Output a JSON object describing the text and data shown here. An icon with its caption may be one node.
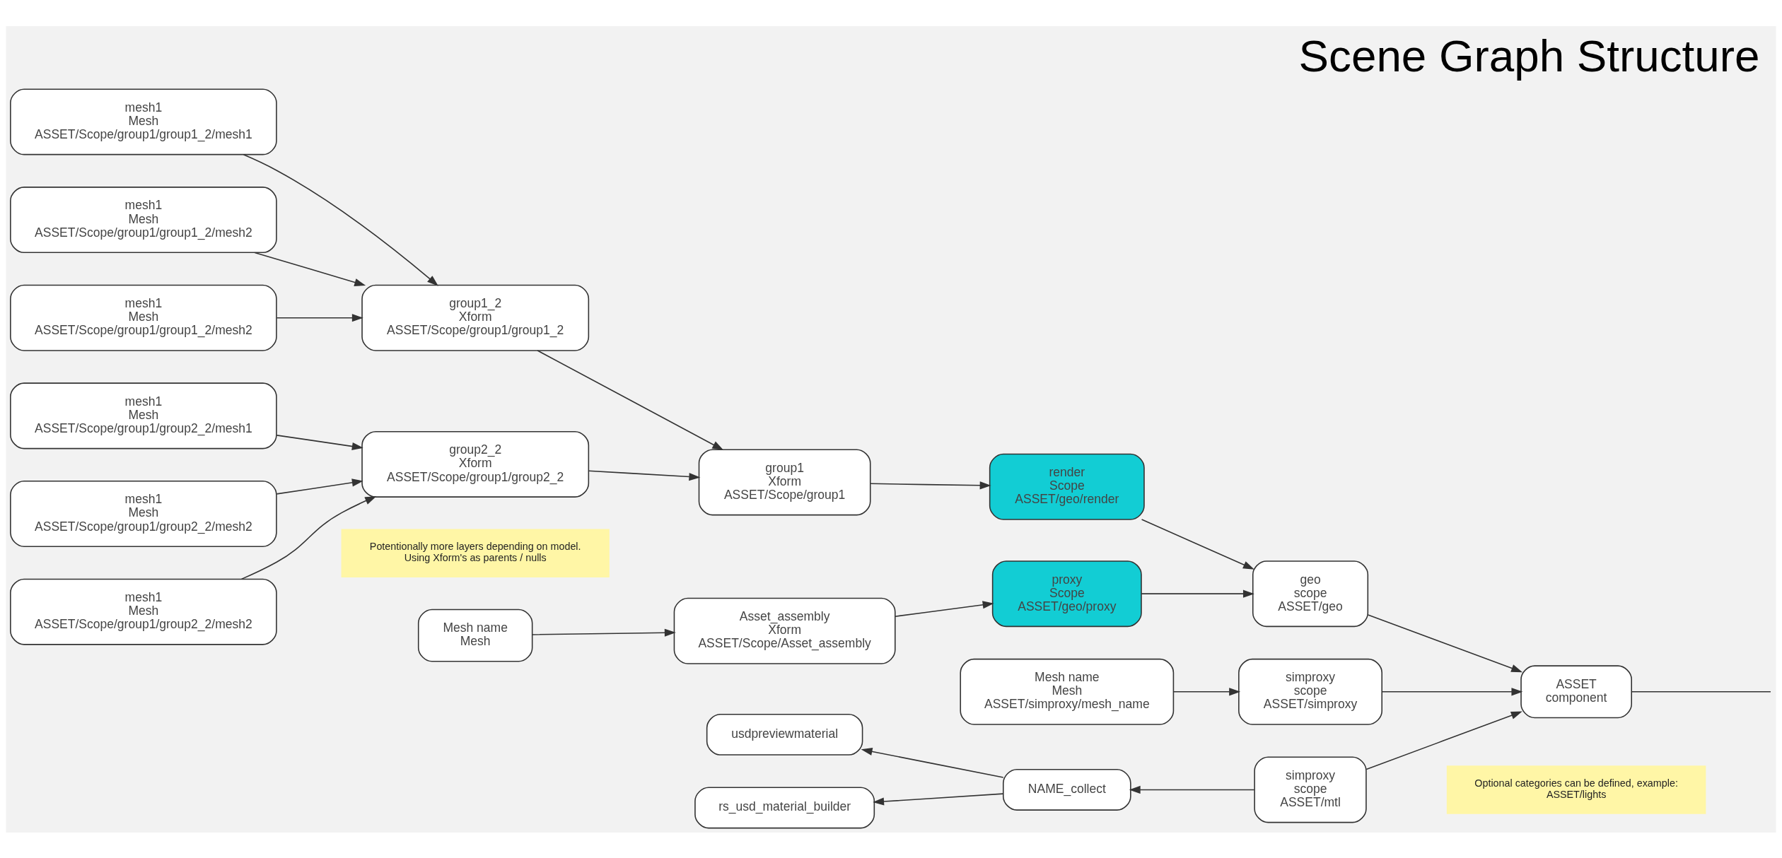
{
  "diagram": {
    "title": "Scene Graph Structure",
    "nodes": [
      {
        "text": [
          "mesh1",
          "Mesh",
          "ASSET/Scope/group1/group2_2/mesh1"
        ]
      },
      {
        "text": [
          "mesh1",
          "Mesh",
          "ASSET/Scope/group1/group2_2/mesh2"
        ]
      },
      {
        "text": [
          "mesh1",
          "Mesh",
          "ASSET/Scope/group1/group2_2/mesh2"
        ]
      },
      {
        "text": [
          "group2_2",
          "Xform",
          "ASSET/Scope/group1/group2_2"
        ]
      },
      {
        "text": [
          "Potentionally more layers depending on model.",
          "Using Xform's as parents / nulls"
        ]
      },
      {
        "text": [
          "mesh1",
          "Mesh",
          "ASSET/Scope/group1/group1_2/mesh1"
        ]
      },
      {
        "text": [
          "mesh1",
          "Mesh",
          "ASSET/Scope/group1/group1_2/mesh2"
        ]
      },
      {
        "text": [
          "mesh1",
          "Mesh",
          "ASSET/Scope/group1/group1_2/mesh2"
        ]
      },
      {
        "text": [
          "group1_2",
          "Xform",
          "ASSET/Scope/group1/group1_2"
        ]
      },
      {
        "text": [
          "group1",
          "Xform",
          "ASSET/Scope/group1"
        ]
      },
      {
        "text": [
          "render",
          "Scope",
          "ASSET/geo/render"
        ]
      },
      {
        "text": [
          "Mesh name",
          "Mesh"
        ]
      },
      {
        "text": [
          "Asset_assembly",
          "Xform",
          "ASSET/Scope/Asset_assembly"
        ]
      },
      {
        "text": [
          "proxy",
          "Scope",
          "ASSET/geo/proxy"
        ]
      },
      {
        "text": [
          "geo",
          "scope",
          "ASSET/geo"
        ]
      },
      {
        "text": [
          "ASSET",
          "component"
        ]
      },
      {
        "text": [
          "Mesh name",
          "Mesh",
          "ASSET/simproxy/mesh_name"
        ]
      },
      {
        "text": [
          "simproxy",
          "scope",
          "ASSET/simproxy"
        ]
      },
      {
        "text": [
          "rs_usd_material_builder"
        ]
      },
      {
        "text": [
          "usdpreviewmaterial"
        ]
      },
      {
        "text": [
          "NAME_collect"
        ]
      },
      {
        "text": [
          "simproxy",
          "scope",
          "ASSET/mtl"
        ]
      },
      {
        "text": [
          "Optional categories can be defined, example:",
          "ASSET/lights"
        ]
      }
    ],
    "edges": [
      {
        "from": 0,
        "to": 3,
        "arrow": "to"
      },
      {
        "from": 1,
        "to": 3,
        "arrow": "to"
      },
      {
        "from": 2,
        "to": 3,
        "arrow": "to"
      },
      {
        "from": 5,
        "to": 8,
        "arrow": "to"
      },
      {
        "from": 6,
        "to": 8,
        "arrow": "to"
      },
      {
        "from": 7,
        "to": 8,
        "arrow": "to"
      },
      {
        "from": 3,
        "to": 9,
        "arrow": "to"
      },
      {
        "from": 8,
        "to": 9,
        "arrow": "to"
      },
      {
        "from": 9,
        "to": 10,
        "arrow": "to"
      },
      {
        "from": 11,
        "to": 12,
        "arrow": "to"
      },
      {
        "from": 12,
        "to": 13,
        "arrow": "to"
      },
      {
        "from": 10,
        "to": 14,
        "arrow": "to"
      },
      {
        "from": 13,
        "to": 14,
        "arrow": "to"
      },
      {
        "from": 14,
        "to": 15,
        "arrow": "to"
      },
      {
        "from": 17,
        "to": 15,
        "arrow": "to"
      },
      {
        "from": 21,
        "to": 15,
        "arrow": "to"
      },
      {
        "from": 16,
        "to": 17,
        "arrow": "to"
      },
      {
        "from": 21,
        "to": 20,
        "arrow": "to"
      },
      {
        "from": 20,
        "to": 19,
        "arrow": "to"
      },
      {
        "from": 20,
        "to": 18,
        "arrow": "to"
      },
      {
        "from": 15,
        "to": null,
        "arrow": "none"
      }
    ]
  }
}
